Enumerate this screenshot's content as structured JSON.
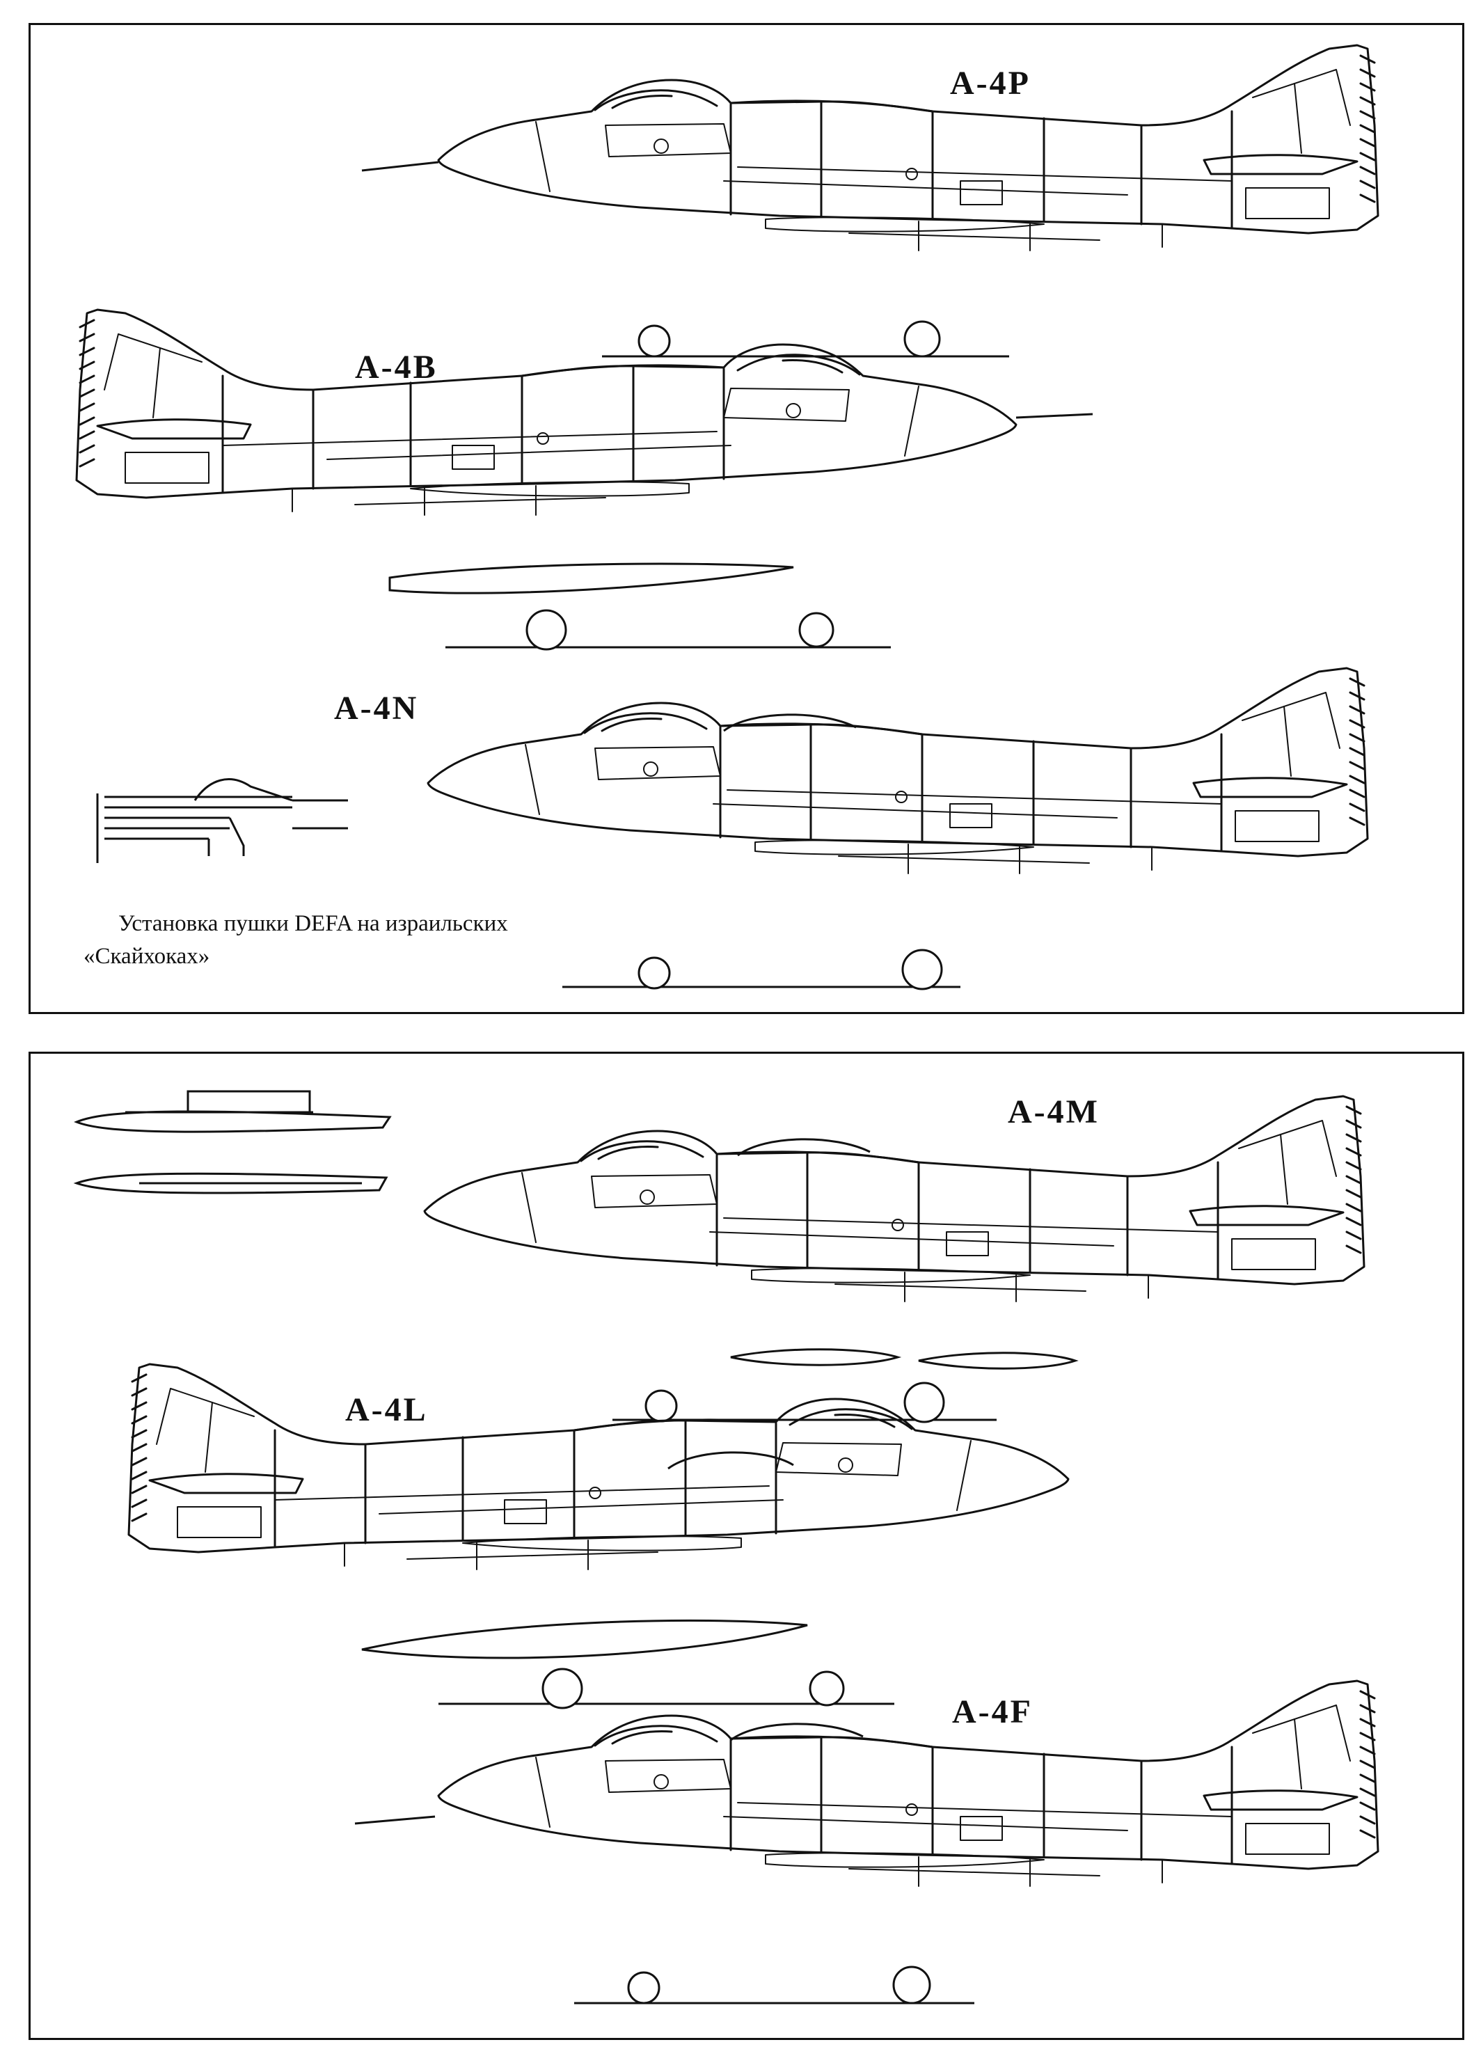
{
  "panels": {
    "top": {
      "labels": {
        "a4p": "A-4P",
        "a4b": "A-4B",
        "a4n": "A-4N"
      },
      "caption": {
        "line1": "Установка пушки DEFA на израильских",
        "line2": "«Скайхоках»"
      }
    },
    "bottom": {
      "labels": {
        "a4m": "A-4M",
        "a4l": "A-4L",
        "a4f": "A-4F"
      }
    }
  }
}
